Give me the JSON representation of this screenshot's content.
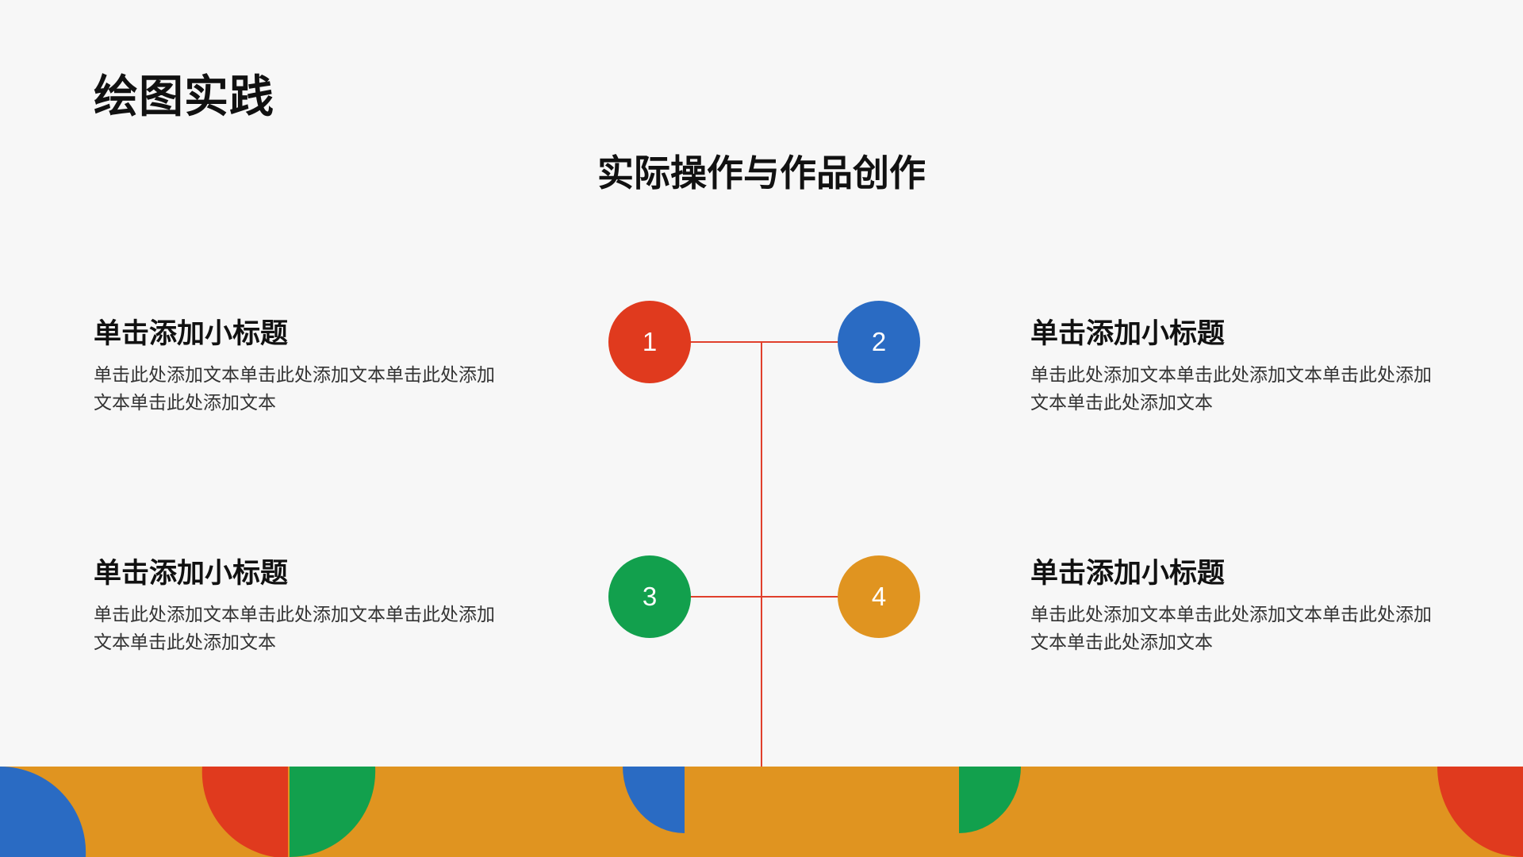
{
  "title": "绘图实践",
  "subtitle": "实际操作与作品创作",
  "colors": {
    "background": "#f7f7f7",
    "red": "#e03a1e",
    "blue": "#2a6bc3",
    "green": "#12a04d",
    "orange": "#e09420",
    "connector": "#e0402c"
  },
  "items": [
    {
      "number": "1",
      "heading": "单击添加小标题",
      "body": "单击此处添加文本单击此处添加文本单击此处添加文本单击此处添加文本",
      "color": "#e03a1e"
    },
    {
      "number": "2",
      "heading": "单击添加小标题",
      "body": "单击此处添加文本单击此处添加文本单击此处添加文本单击此处添加文本",
      "color": "#2a6bc3"
    },
    {
      "number": "3",
      "heading": "单击添加小标题",
      "body": "单击此处添加文本单击此处添加文本单击此处添加文本单击此处添加文本",
      "color": "#12a04d"
    },
    {
      "number": "4",
      "heading": "单击添加小标题",
      "body": "单击此处添加文本单击此处添加文本单击此处添加文本单击此处添加文本",
      "color": "#e09420"
    }
  ]
}
